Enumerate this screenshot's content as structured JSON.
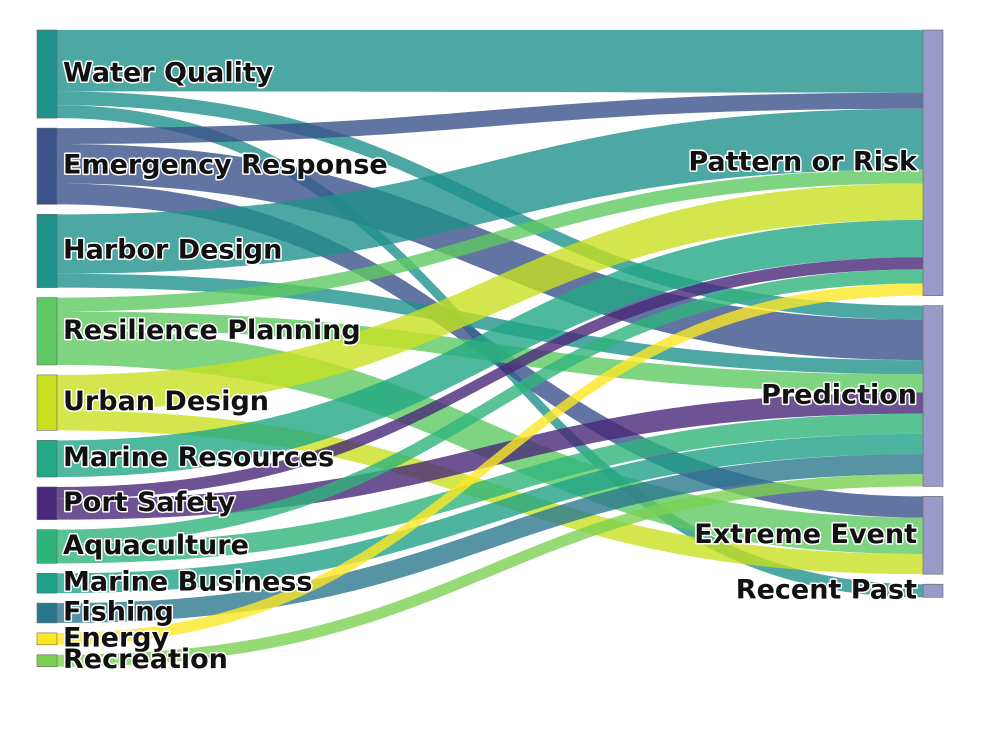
{
  "chart_data": {
    "type": "sankey",
    "title": "",
    "sources": [
      {
        "name": "Water Quality",
        "color": "#21918c"
      },
      {
        "name": "Emergency Response",
        "color": "#3b528b"
      },
      {
        "name": "Harbor Design",
        "color": "#21918c"
      },
      {
        "name": "Resilience Planning",
        "color": "#5ec962"
      },
      {
        "name": "Urban Design",
        "color": "#c8e020"
      },
      {
        "name": "Marine Resources",
        "color": "#22a884"
      },
      {
        "name": "Port Safety",
        "color": "#482878"
      },
      {
        "name": "Aquaculture",
        "color": "#2fb47c"
      },
      {
        "name": "Marine Business",
        "color": "#1fa187"
      },
      {
        "name": "Fishing",
        "color": "#2a788e"
      },
      {
        "name": "Energy",
        "color": "#fde725"
      },
      {
        "name": "Recreation",
        "color": "#7ad151"
      }
    ],
    "targets": [
      {
        "name": "Pattern or Risk",
        "color": "#9a9ac8"
      },
      {
        "name": "Prediction",
        "color": "#9a9ac8"
      },
      {
        "name": "Extreme Event",
        "color": "#9a9ac8"
      },
      {
        "name": "Recent Past",
        "color": "#9a9ac8"
      }
    ],
    "links": [
      {
        "source": "Water Quality",
        "target": "Pattern or Risk",
        "value": 62
      },
      {
        "source": "Water Quality",
        "target": "Prediction",
        "value": 14
      },
      {
        "source": "Water Quality",
        "target": "Recent Past",
        "value": 13
      },
      {
        "source": "Emergency Response",
        "target": "Pattern or Risk",
        "value": 16
      },
      {
        "source": "Emergency Response",
        "target": "Prediction",
        "value": 40
      },
      {
        "source": "Emergency Response",
        "target": "Extreme Event",
        "value": 21
      },
      {
        "source": "Harbor Design",
        "target": "Pattern or Risk",
        "value": 60
      },
      {
        "source": "Harbor Design",
        "target": "Prediction",
        "value": 14
      },
      {
        "source": "Resilience Planning",
        "target": "Pattern or Risk",
        "value": 14
      },
      {
        "source": "Resilience Planning",
        "target": "Prediction",
        "value": 18
      },
      {
        "source": "Resilience Planning",
        "target": "Extreme Event",
        "value": 36
      },
      {
        "source": "Urban Design",
        "target": "Pattern or Risk",
        "value": 36
      },
      {
        "source": "Urban Design",
        "target": "Extreme Event",
        "value": 20
      },
      {
        "source": "Marine Resources",
        "target": "Pattern or Risk",
        "value": 37
      },
      {
        "source": "Port Safety",
        "target": "Pattern or Risk",
        "value": 12
      },
      {
        "source": "Port Safety",
        "target": "Prediction",
        "value": 21
      },
      {
        "source": "Aquaculture",
        "target": "Pattern or Risk",
        "value": 14
      },
      {
        "source": "Aquaculture",
        "target": "Prediction",
        "value": 20
      },
      {
        "source": "Marine Business",
        "target": "Prediction",
        "value": 20
      },
      {
        "source": "Fishing",
        "target": "Prediction",
        "value": 20
      },
      {
        "source": "Energy",
        "target": "Pattern or Risk",
        "value": 12
      },
      {
        "source": "Recreation",
        "target": "Prediction",
        "value": 12
      }
    ]
  }
}
